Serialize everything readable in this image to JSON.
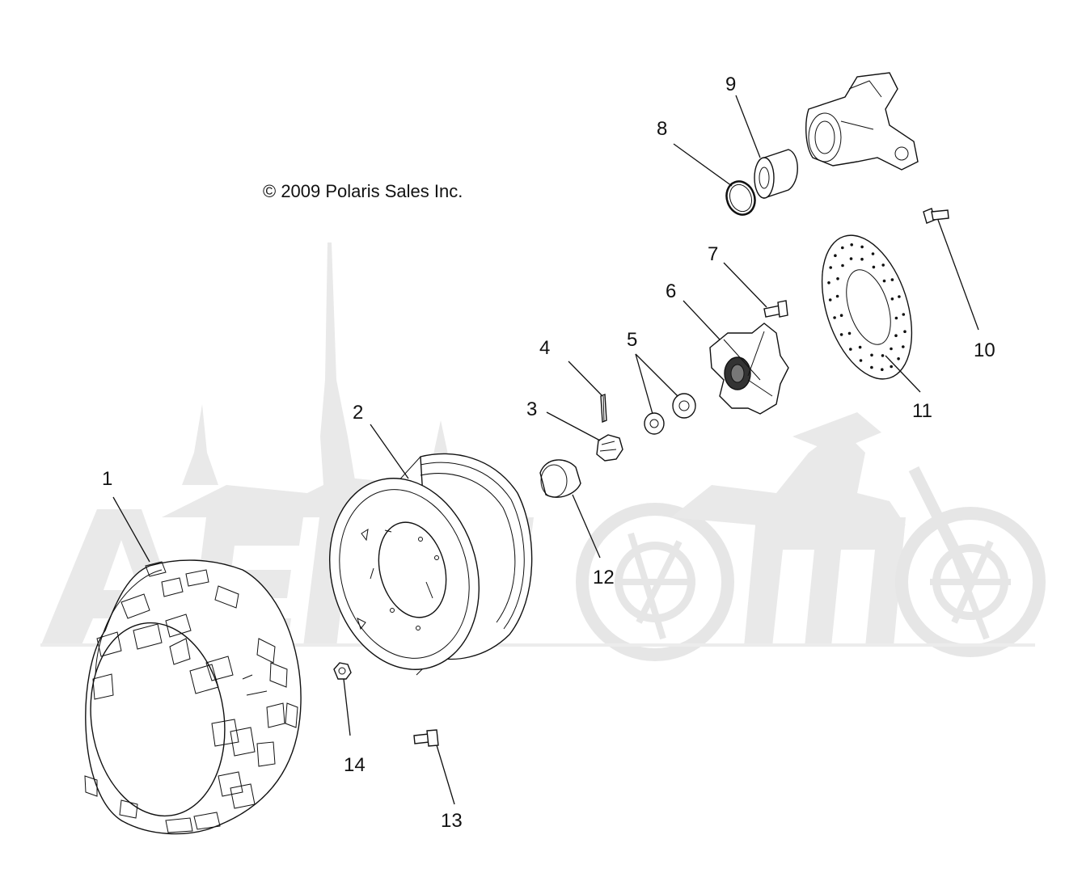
{
  "copyright": "© 2009 Polaris Sales Inc.",
  "callouts": [
    {
      "id": "1",
      "label": "1"
    },
    {
      "id": "2",
      "label": "2"
    },
    {
      "id": "3",
      "label": "3"
    },
    {
      "id": "4",
      "label": "4"
    },
    {
      "id": "5",
      "label": "5"
    },
    {
      "id": "6",
      "label": "6"
    },
    {
      "id": "7",
      "label": "7"
    },
    {
      "id": "8",
      "label": "8"
    },
    {
      "id": "9",
      "label": "9"
    },
    {
      "id": "10",
      "label": "10"
    },
    {
      "id": "11",
      "label": "11"
    },
    {
      "id": "12",
      "label": "12"
    },
    {
      "id": "13",
      "label": "13"
    },
    {
      "id": "14",
      "label": "14"
    }
  ],
  "colors": {
    "line": "#111111",
    "watermark": "#e9e9e9",
    "background": "#ffffff"
  }
}
